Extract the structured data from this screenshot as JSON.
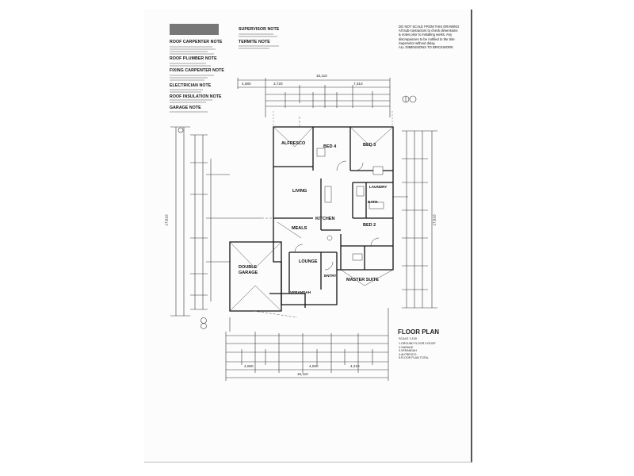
{
  "notes": {
    "roof_carpenter": "ROOF CARPENTER NOTE",
    "roof_plumber": "ROOF PLUMBER NOTE",
    "fixing_carpenter": "FIXING CARPENTER NOTE",
    "electrician": "ELECTRICIAN NOTE",
    "roof_insulation": "ROOF INSULATION NOTE",
    "garage": "GARAGE NOTE",
    "supervisor": "SUPERVISOR NOTE",
    "termite": "TERMITE NOTE"
  },
  "disclaimer": [
    "DO NOT SCALE FROM THIS DRAWING",
    "All Sub-contractors to check dimensions",
    "& notes prior to installing works. Any",
    "discrepancies to be notified to the Site",
    "Supervisor without delay.",
    "ALL DIMENSIONS TO BRICKWORK"
  ],
  "rooms": {
    "alfresco": "ALFRESCO",
    "bed4": "BED 4",
    "bed3": "BED 3",
    "bed2": "BED 2",
    "living": "LIVING",
    "kitchen": "KITCHEN",
    "meals": "MEALS",
    "bath": "BATH",
    "laundry": "LAUNDRY",
    "double_garage": "DOUBLE GARAGE",
    "lounge": "LOUNGE",
    "entry": "ENTRY",
    "master_suite": "MASTER SUITE",
    "verandah": "VERANDAH"
  },
  "dimensions": {
    "top_overall": "15,110",
    "top_a": "4,080",
    "top_b": "3,720",
    "top_c": "7,310",
    "left_overall": "17,610",
    "right_overall": "17,610",
    "bottom_a": "4,060",
    "bottom_b": "4,000",
    "bottom_c": "4,210",
    "bottom_overall": "15,110"
  },
  "floor_plan": {
    "title": "FLOOR PLAN",
    "scale": "SCALE 1:100",
    "areas": [
      "1.GROUND FLOOR  0.ROOF",
      "2.GARAGE",
      "3.VERANDAH",
      "4.ALFRESCO",
      "5.FLOOR PLAN TOTAL"
    ]
  }
}
